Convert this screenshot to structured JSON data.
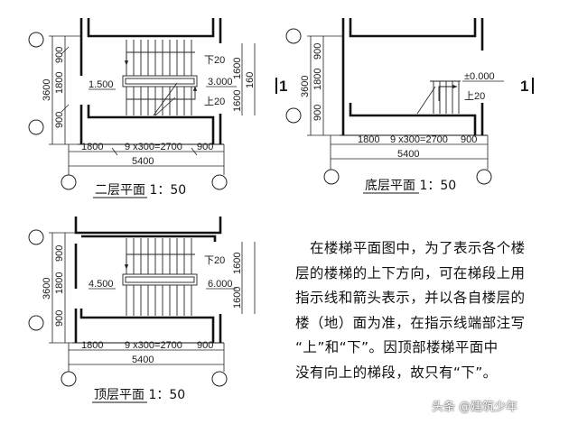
{
  "plans": {
    "second": {
      "caption": "二层平面 1：50",
      "top_dims": [
        "900",
        "1800",
        "900"
      ],
      "top_total": "3600",
      "right_dims": [
        "1600",
        "1600"
      ],
      "right_total": "160",
      "bottom_dims": [
        "1800",
        "9 x300=2700",
        "900"
      ],
      "bottom_total": "5400",
      "levels": [
        "1.500",
        "3.000"
      ],
      "arrows": [
        "下20",
        "上20"
      ]
    },
    "ground": {
      "caption": "底层平面 1：50",
      "top_dims": [
        "900",
        "1800",
        "900"
      ],
      "top_total": "3600",
      "bottom_dims": [
        "1800",
        "9 x300=2700",
        "900"
      ],
      "bottom_total": "5400",
      "levels": [
        "±0.000"
      ],
      "arrows": [
        "上20"
      ],
      "section_marks": [
        "1",
        "1"
      ]
    },
    "top": {
      "caption": "顶层平面 1：50",
      "top_dims": [
        "900",
        "1800",
        "900"
      ],
      "top_total": "3600",
      "right_dims": [
        "1600",
        "1600"
      ],
      "bottom_dims": [
        "1800",
        "9 x300=2700",
        "900"
      ],
      "bottom_total": "5400",
      "levels": [
        "4.500",
        "6.000"
      ],
      "arrows": [
        "下20"
      ]
    }
  },
  "description": [
    "在楼梯平面图中，为了表示各个楼",
    "层的楼梯的上下方向，可在梯段上用",
    "指示线和箭头表示，并以各自楼层的",
    "楼（地）面为准，在指示线端部注写",
    "“上”和“下”。因顶部楼梯平面中",
    "没有向上的梯段，故只有“下”。"
  ],
  "watermark": "头条 @建筑少年"
}
